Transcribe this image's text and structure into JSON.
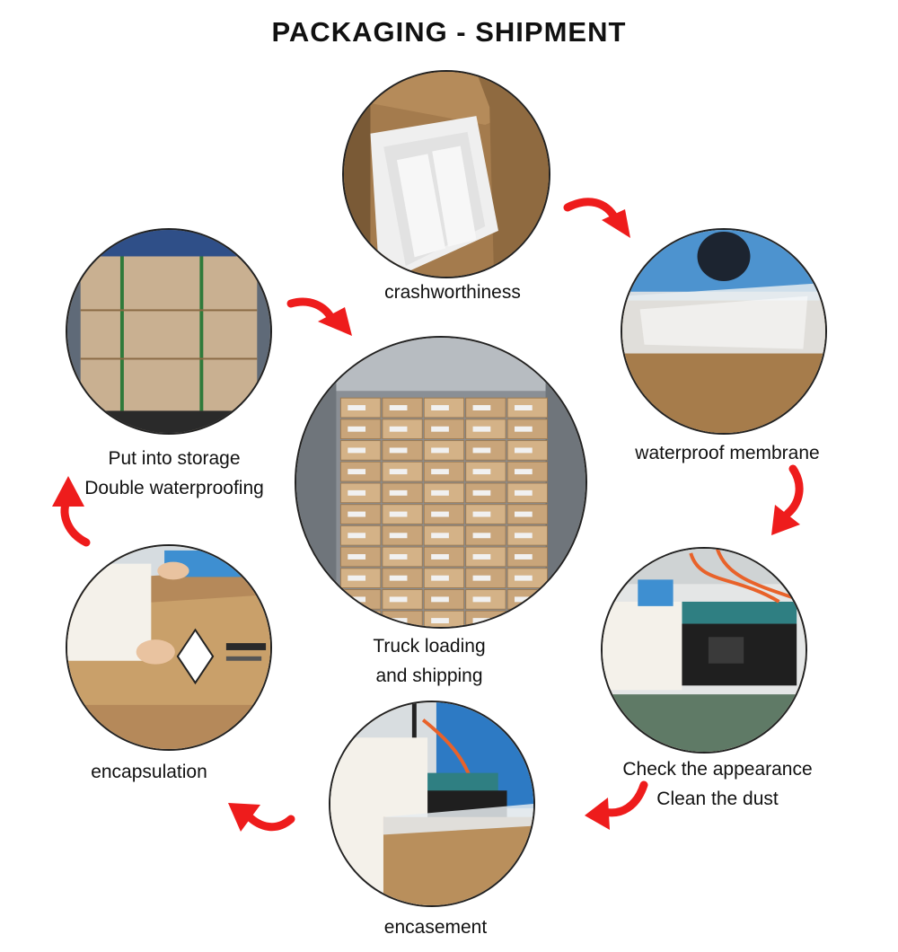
{
  "title": "PACKAGING - SHIPMENT",
  "steps": [
    {
      "id": "crashworthiness",
      "lines": [
        "crashworthiness"
      ]
    },
    {
      "id": "waterproof",
      "lines": [
        "waterproof membrane"
      ]
    },
    {
      "id": "check",
      "lines": [
        "Check the appearance",
        "Clean the dust"
      ]
    },
    {
      "id": "encasement",
      "lines": [
        "encasement"
      ]
    },
    {
      "id": "encapsulation",
      "lines": [
        "encapsulation"
      ]
    },
    {
      "id": "storage",
      "lines": [
        "Put into storage",
        "Double waterproofing"
      ]
    },
    {
      "id": "truck",
      "lines": [
        "Truck loading",
        "and shipping"
      ]
    }
  ],
  "colors": {
    "arrow": "#ee1c1c",
    "cardboard": "#b98f5c",
    "foam": "#f3f3f3",
    "glove_blue": "#3e8fd1"
  },
  "icons": [
    "curved-arrow-icon"
  ]
}
